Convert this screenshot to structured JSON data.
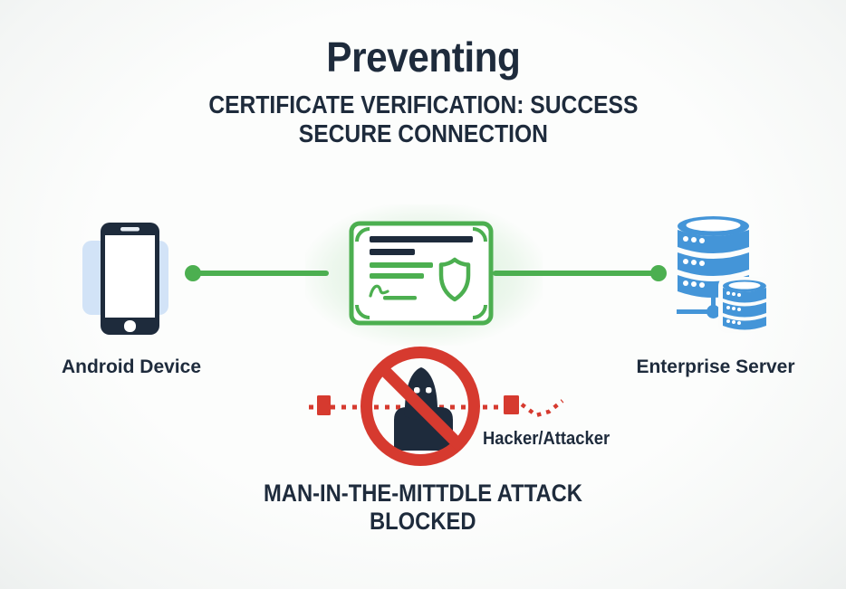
{
  "header": {
    "title": "Preventing",
    "subtitle_line1": "CERTIFICATE VERIFICATION: SUCCESS",
    "subtitle_line2": "SECURE CONNECTION"
  },
  "nodes": {
    "device_label": "Android Device",
    "server_label": "Enterprise Server"
  },
  "attacker": {
    "label": "Hacker/Attacker"
  },
  "footer": {
    "caption_line1": "MAN-IN-THE-MITTDLE ATTACK",
    "caption_line2": "BLOCKED"
  },
  "icons": {
    "device": "smartphone-icon",
    "certificate": "certificate-icon",
    "certificate_badge": "shield-icon",
    "server": "database-server-icon",
    "blocked": "prohibition-icon",
    "attacker": "hooded-hacker-icon",
    "intercept": "dotted-intercept-line"
  },
  "colors": {
    "navy": "#1e2b3c",
    "green": "#4caf50",
    "green_glow": "rgba(126,204,130,0.33)",
    "blue": "#4495d8",
    "light_blue": "#d2e3f7",
    "red": "#d63a2f",
    "background": "#fbfcfb"
  }
}
